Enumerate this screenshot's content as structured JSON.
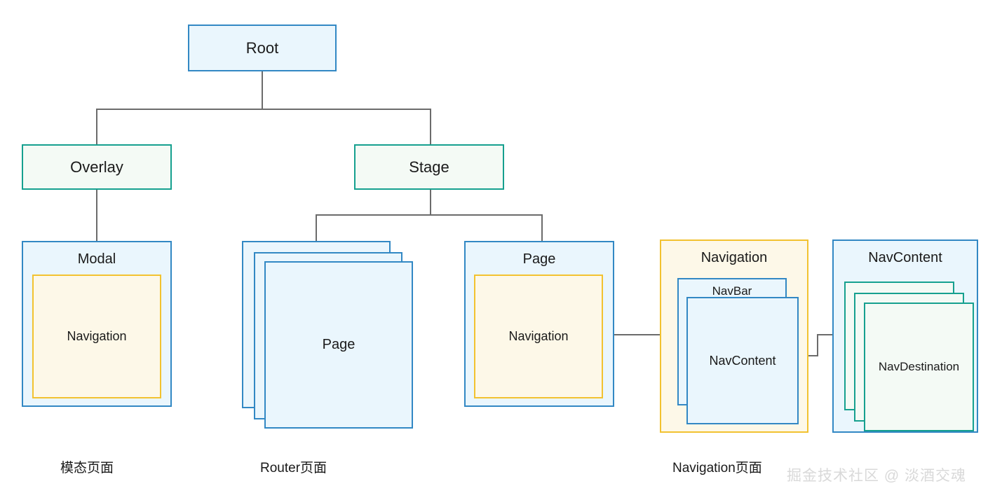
{
  "diagram": {
    "title_nodes": {
      "root": "Root",
      "overlay": "Overlay",
      "stage": "Stage",
      "modal": "Modal",
      "modal_navigation": "Navigation",
      "page_stack": "Page",
      "page": "Page",
      "page_navigation": "Navigation",
      "navigation_group": "Navigation",
      "navbar": "NavBar",
      "nav_content_inner": "NavContent",
      "nav_content_outer": "NavContent",
      "nav_destination": "NavDestination"
    },
    "captions": {
      "modal_page": "模态页面",
      "router_page": "Router页面",
      "navigation_page": "Navigation页面"
    },
    "watermark": "掘金技术社区 @ 淡酒交魂",
    "colors": {
      "blue_border": "#3288c4",
      "blue_fill": "#eaf6fd",
      "teal_border": "#16a08f",
      "teal_fill": "#f4faf5",
      "yellow_border": "#f2c230",
      "yellow_fill": "#fdf8e8",
      "line": "#6b6b6b",
      "text": "#1a1a1a",
      "watermark": "#d9d9d9",
      "background": "#ffffff"
    }
  }
}
